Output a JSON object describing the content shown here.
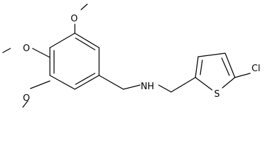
{
  "atoms": {
    "o_top": "O",
    "o_mid": "O",
    "o_bot": "O",
    "nh": "NH",
    "s": "S",
    "cl": "Cl"
  }
}
